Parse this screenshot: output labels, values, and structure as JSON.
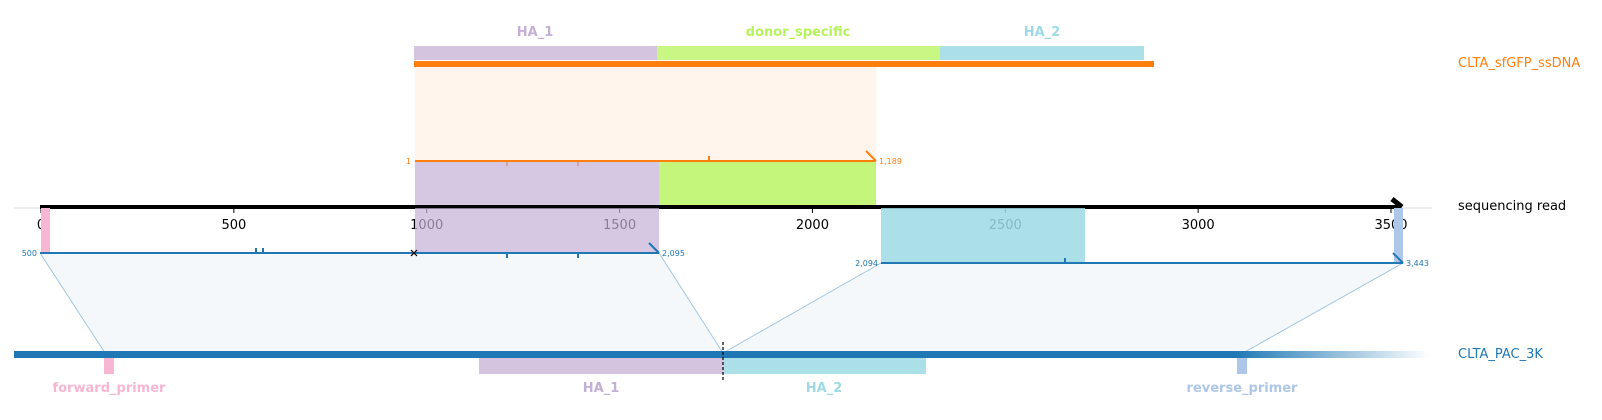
{
  "labels": {
    "donor": "CLTA_sfGFP_ssDNA",
    "read": "sequencing read",
    "reference": "CLTA_PAC_3K"
  },
  "colors": {
    "donor": "#ff7f0e",
    "reference": "#1f77b4",
    "read": "#000000",
    "ha1": "#c5b0d5",
    "donor_specific": "#b5f45a",
    "ha2": "#9edae5",
    "forward_primer": "#f7b6d2",
    "reverse_primer": "#aec7e8"
  },
  "read_axis": {
    "ticks": [
      "0",
      "500",
      "1000",
      "1500",
      "2000",
      "2500",
      "3000",
      "3500"
    ],
    "tick_values": [
      0,
      500,
      1000,
      1500,
      2000,
      2500,
      3000,
      3500
    ]
  },
  "donor_features": [
    {
      "name": "HA_1",
      "color": "#c5b0d5"
    },
    {
      "name": "donor_specific",
      "color": "#b5f45a"
    },
    {
      "name": "HA_2",
      "color": "#9edae5"
    }
  ],
  "donor_alignment": {
    "start_label": "1",
    "end_label": "1,189"
  },
  "ref_alignment_1": {
    "start_label": "500",
    "end_label": "2,095"
  },
  "ref_alignment_2": {
    "start_label": "2,094",
    "end_label": "3,443"
  },
  "reference_features": [
    {
      "name": "forward_primer",
      "color": "#f7b6d2"
    },
    {
      "name": "HA_1",
      "color": "#c5b0d5"
    },
    {
      "name": "HA_2",
      "color": "#9edae5"
    },
    {
      "name": "reverse_primer",
      "color": "#aec7e8"
    }
  ]
}
